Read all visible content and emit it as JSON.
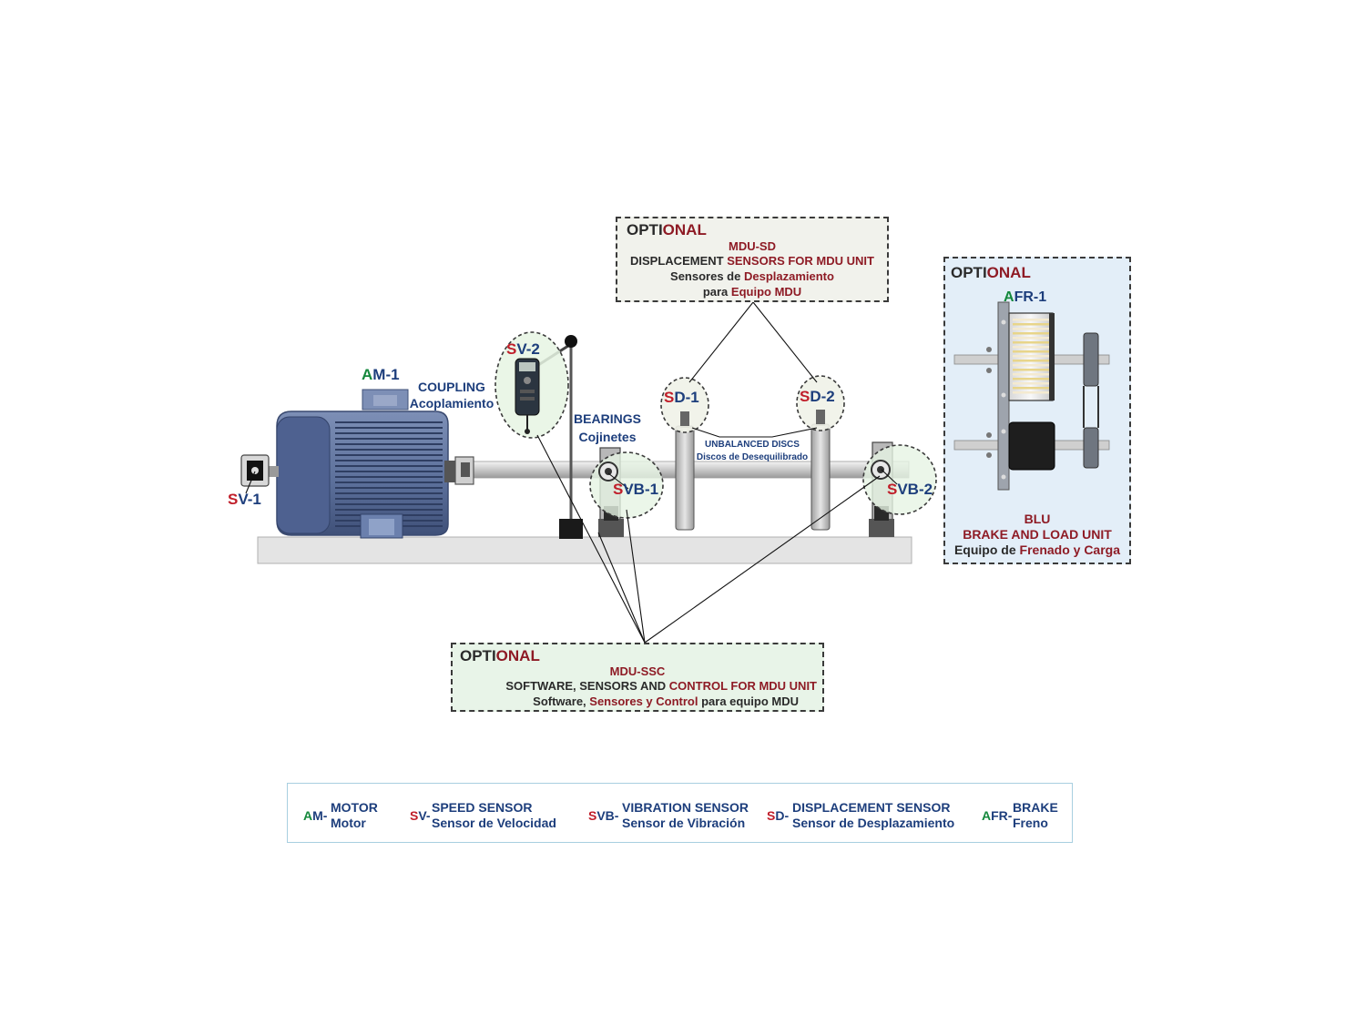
{
  "labels": {
    "am1": {
      "p": "A",
      "s": "M-1"
    },
    "sv1": {
      "p": "S",
      "s": "V-1"
    },
    "sv2": {
      "p": "S",
      "s": "V-2"
    },
    "svb1": {
      "p": "S",
      "s": "VB-1"
    },
    "svb2": {
      "p": "S",
      "s": "VB-2"
    },
    "sd1": {
      "p": "S",
      "s": "D-1"
    },
    "sd2": {
      "p": "S",
      "s": "D-2"
    },
    "afr1": {
      "p": "A",
      "s": "FR-1"
    },
    "coupling_en": "COUPLING",
    "coupling_es": "Acoplamiento",
    "bearings_en": "BEARINGS",
    "bearings_es": "Cojinetes",
    "discs_en": "UNBALANCED DISCS",
    "discs_es": "Discos de Desequilibrado"
  },
  "option_sd": {
    "tag": {
      "a": "OPTI",
      "b": "ONAL"
    },
    "code": "MDU-SD",
    "title": {
      "a": "DISPLACEMENT ",
      "b": "SENSORS FOR MDU UNIT"
    },
    "line1": {
      "a": "Sensores de ",
      "b": "Desplazamiento"
    },
    "line2": {
      "a": "para ",
      "b": "Equipo MDU"
    }
  },
  "option_ssc": {
    "tag": {
      "a": "OPTI",
      "b": "ONAL"
    },
    "code": "MDU-SSC",
    "title": {
      "a": "SOFTWARE, SENSORS AND ",
      "b": "CONTROL FOR MDU UNIT"
    },
    "line1": {
      "a": "Software, ",
      "b": "Sensores y Control ",
      "c": "para equipo MDU"
    }
  },
  "option_blu": {
    "tag": {
      "a": "OPTI",
      "b": "ONAL"
    },
    "code": "BLU",
    "title": "BRAKE AND LOAD UNIT",
    "line1": {
      "a": "Equipo de ",
      "b": "Frenado y Carga"
    }
  },
  "legend": [
    {
      "p": "A",
      "s": "M-",
      "en": "MOTOR",
      "es": "Motor"
    },
    {
      "p": "S",
      "s": "V-",
      "en": "SPEED SENSOR",
      "es": "Sensor de Velocidad"
    },
    {
      "p": "S",
      "s": "VB-",
      "en": "VIBRATION SENSOR",
      "es": "Sensor de Vibración"
    },
    {
      "p": "S",
      "s": "D-",
      "en": "DISPLACEMENT SENSOR",
      "es": "Sensor de Desplazamiento"
    },
    {
      "p": "A",
      "s": "FR-",
      "en": "BRAKE",
      "es": "Freno"
    }
  ],
  "colors": {
    "navy": "#1d3e7c",
    "maroon": "#8e1b25",
    "green": "#14883c",
    "red": "#c01e2a",
    "motor": "#5a6e99",
    "base": "#e4e4e4"
  }
}
